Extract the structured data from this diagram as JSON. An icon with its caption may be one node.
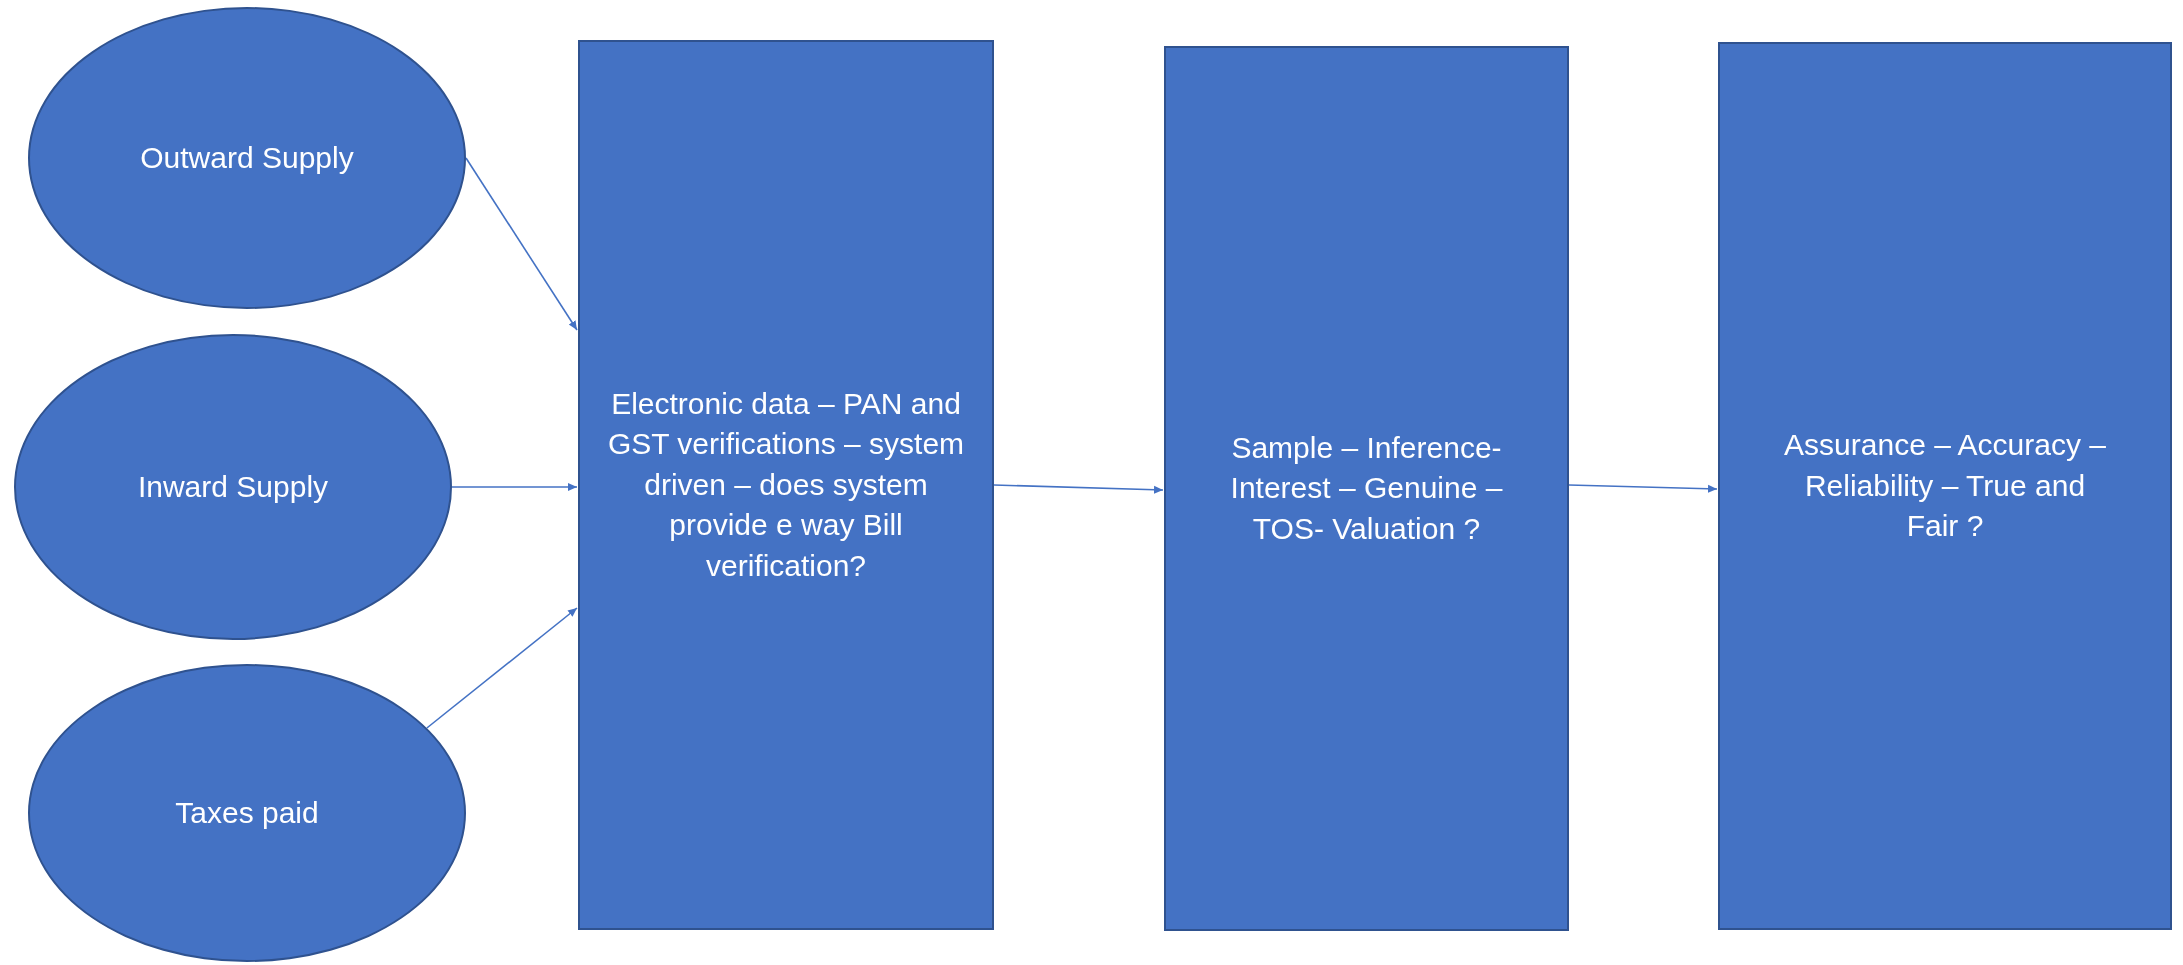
{
  "diagram": {
    "nodes": [
      {
        "text": [
          "Outward Supply"
        ]
      },
      {
        "text": [
          "Inward Supply"
        ]
      },
      {
        "text": [
          "Taxes paid"
        ]
      },
      {
        "text": [
          "Electronic data – PAN and GST verifications – system driven – does system provide e way Bill verification?"
        ]
      },
      {
        "text": [
          "Sample – Inference- Interest – Genuine – TOS- Valuation ?"
        ]
      },
      {
        "text": [
          "Assurance – Accuracy – Reliability – True and Fair ?"
        ]
      }
    ],
    "edges": [
      {
        "from": 0,
        "to": 3,
        "arrow": "to"
      },
      {
        "from": 1,
        "to": 3,
        "arrow": "to"
      },
      {
        "from": 2,
        "to": 3,
        "arrow": "to"
      },
      {
        "from": 3,
        "to": 4,
        "arrow": "to"
      },
      {
        "from": 4,
        "to": 5,
        "arrow": "to"
      }
    ]
  }
}
